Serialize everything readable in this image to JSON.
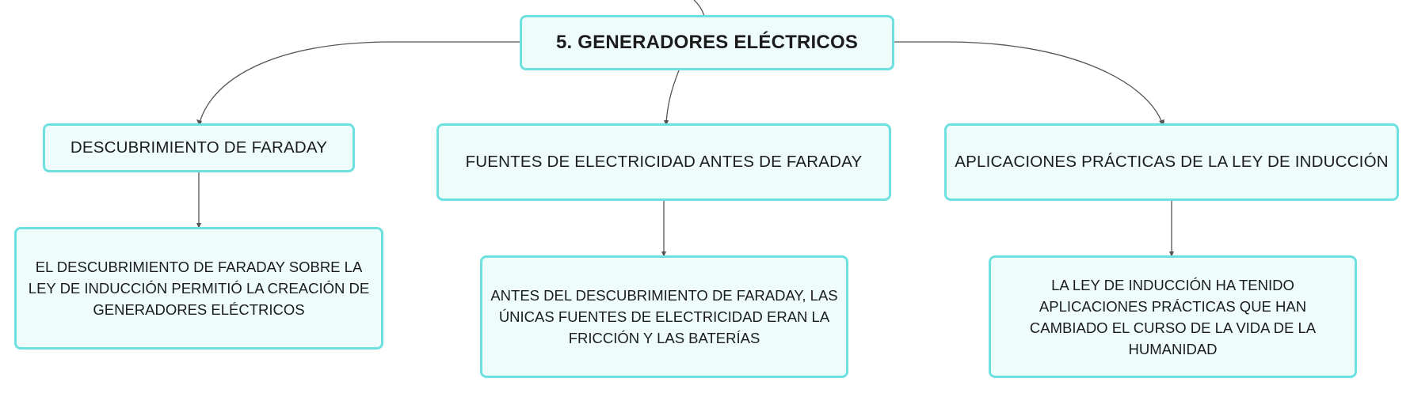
{
  "diagram": {
    "root": {
      "label": "5. GENERADORES ELÉCTRICOS"
    },
    "branches": [
      {
        "topic": "DESCUBRIMIENTO DE FARADAY",
        "detail": "EL DESCUBRIMIENTO DE FARADAY SOBRE LA LEY DE INDUCCIÓN PERMITIÓ LA CREACIÓN DE GENERADORES ELÉCTRICOS"
      },
      {
        "topic": "FUENTES DE ELECTRICIDAD ANTES DE FARADAY",
        "detail": "ANTES DEL DESCUBRIMIENTO DE FARADAY, LAS ÚNICAS FUENTES DE ELECTRICIDAD ERAN LA FRICCIÓN Y LAS BATERÍAS"
      },
      {
        "topic": "APLICACIONES PRÁCTICAS DE LA LEY DE INDUCCIÓN",
        "detail": "LA LEY DE INDUCCIÓN HA TENIDO APLICACIONES PRÁCTICAS QUE HAN CAMBIADO EL CURSO DE LA VIDA DE LA HUMANIDAD"
      }
    ],
    "colors": {
      "node_border": "#6ee0e0",
      "node_fill": "#eefcfc",
      "connector": "#555555",
      "text": "#1c1c1c"
    }
  }
}
